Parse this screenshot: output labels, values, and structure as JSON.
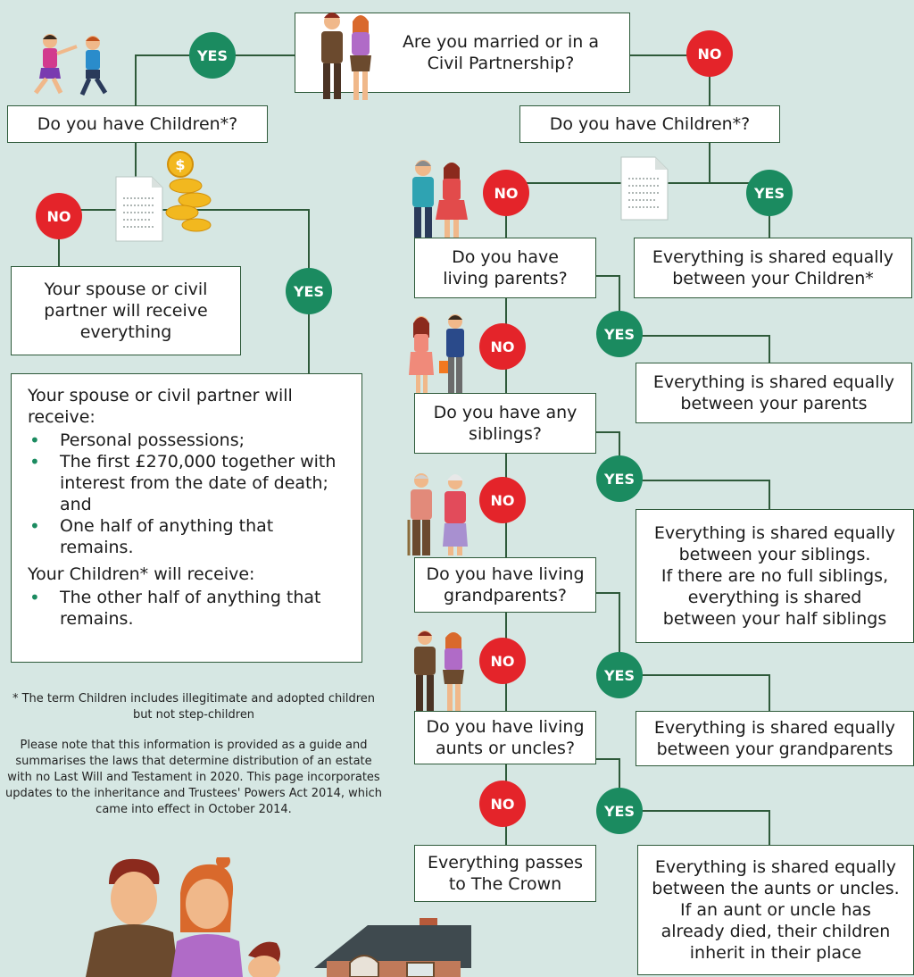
{
  "colors": {
    "yes": "#1b8b60",
    "no": "#e4242a",
    "line": "#2e5a3a",
    "background": "#d6e7e3"
  },
  "labels": {
    "yes": "YES",
    "no": "NO"
  },
  "top_question": [
    "Are you married or in a",
    "Civil Partnership?"
  ],
  "left": {
    "children_question": "Do you have Children*?",
    "no_children_result": [
      "Your spouse or civil",
      "partner will receive",
      "everything"
    ],
    "with_children": {
      "intro": "Your spouse or civil partner will receive:",
      "spouse_items": [
        "Personal possessions;",
        "The first £270,000 together with interest from the date of death; and",
        "One half of anything that remains."
      ],
      "children_heading": "Your Children* will receive:",
      "children_items": [
        "The other half of anything that remains."
      ]
    },
    "footnote": "* The term Children includes illegitimate and adopted children but not step-children",
    "disclaimer": "Please note that this information is provided as a guide and summarises the laws that determine distribution of an estate with no Last Will and Testament in 2020. This page incorporates updates to the inheritance and Trustees' Powers Act 2014, which came into effect in October 2014."
  },
  "right": {
    "children_question": "Do you have Children*?",
    "children_result": [
      "Everything is shared equally",
      "between your Children*"
    ],
    "parents_question": [
      "Do you have",
      "living parents?"
    ],
    "parents_result": [
      "Everything is shared equally",
      "between your parents"
    ],
    "siblings_question": [
      "Do you have any",
      "siblings?"
    ],
    "siblings_result": [
      "Everything is shared equally",
      "between your siblings.",
      "If there are no full siblings,",
      "everything is shared",
      "between your half siblings"
    ],
    "grandparents_question": [
      "Do you have living",
      "grandparents?"
    ],
    "grandparents_result": [
      "Everything is shared equally",
      "between your grandparents"
    ],
    "aunts_question": [
      "Do you have living",
      "aunts or uncles?"
    ],
    "aunts_result": [
      "Everything is shared equally",
      "between the aunts or uncles.",
      "If an aunt or uncle has",
      "already died, their children",
      "inherit in their place"
    ],
    "crown_result": [
      "Everything passes",
      "to The Crown"
    ]
  },
  "icons": [
    "couple-icon",
    "children-icon",
    "coins-document-icon",
    "document-icon",
    "parents-icon",
    "siblings-icon",
    "grandparents-icon",
    "aunts-uncles-icon",
    "family-illustration",
    "house-illustration"
  ]
}
